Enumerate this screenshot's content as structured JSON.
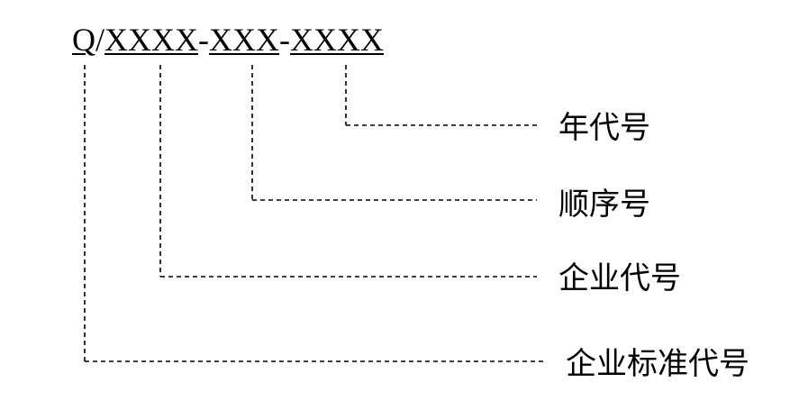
{
  "code": {
    "prefix": "Q",
    "slash": "/",
    "enterprise": "XXXX",
    "dash1": "-",
    "sequence": "XXX",
    "dash2": "-",
    "year": "XXXX"
  },
  "labels": {
    "year": "年代号",
    "sequence": "顺序号",
    "enterprise": "企业代号",
    "standard": "企业标准代号"
  },
  "colors": {
    "line": "#000000",
    "text": "#000000",
    "background": "#ffffff"
  }
}
